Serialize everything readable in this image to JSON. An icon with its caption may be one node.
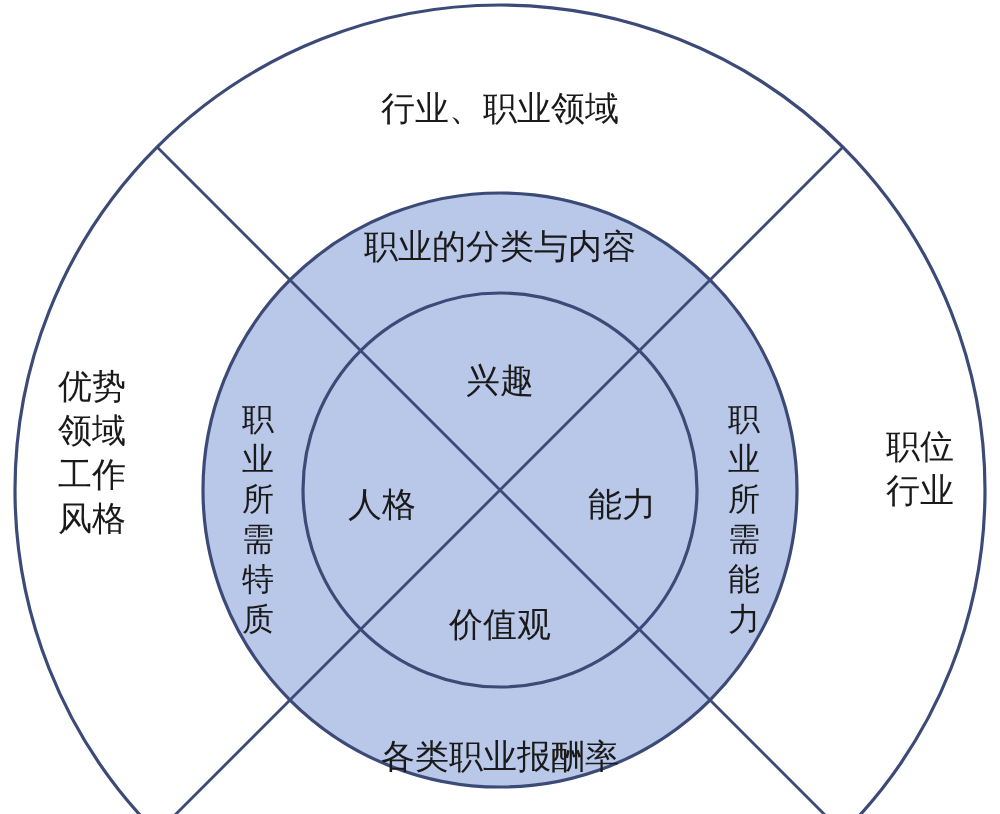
{
  "diagram": {
    "nodes": [
      {
        "text": [],
        "shape": "circle"
      },
      {
        "text": [
          "行业、职业领域"
        ],
        "in": 0
      },
      {
        "text": [
          "优势领域工作风格"
        ],
        "in": 0
      },
      {
        "text": [
          "职位行业"
        ],
        "in": 0
      },
      {
        "text": [],
        "shape": "circle",
        "in": 0
      },
      {
        "text": [
          "职业的分类与内容"
        ],
        "in": 4
      },
      {
        "text": [
          "职业所需特质"
        ],
        "in": 4
      },
      {
        "text": [
          "职业所需能力"
        ],
        "in": 4
      },
      {
        "text": [
          "各类职业报酬率"
        ],
        "in": 4
      },
      {
        "text": [],
        "shape": "circle",
        "in": 4
      },
      {
        "text": [
          "兴趣"
        ],
        "in": 9
      },
      {
        "text": [
          "人格"
        ],
        "in": 9
      },
      {
        "text": [
          "能力"
        ],
        "in": 9
      },
      {
        "text": [
          "价值观"
        ],
        "in": 9
      }
    ],
    "edges": []
  }
}
